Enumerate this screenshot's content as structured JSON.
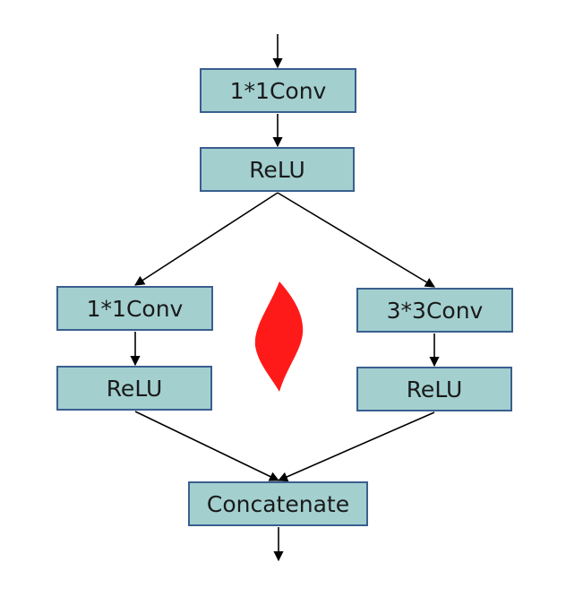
{
  "nodes": {
    "conv_top": "1*1Conv",
    "relu_top": "ReLU",
    "conv_left": "1*1Conv",
    "relu_left": "ReLU",
    "conv_right": "3*3Conv",
    "relu_right": "ReLU",
    "concat": "Concatenate"
  },
  "colors": {
    "node_fill": "#a3cfcf",
    "node_border": "#3a5f8f",
    "flame": "#ff1a1a",
    "arrow": "#000000"
  },
  "icons": {
    "flame": "flame-icon"
  }
}
